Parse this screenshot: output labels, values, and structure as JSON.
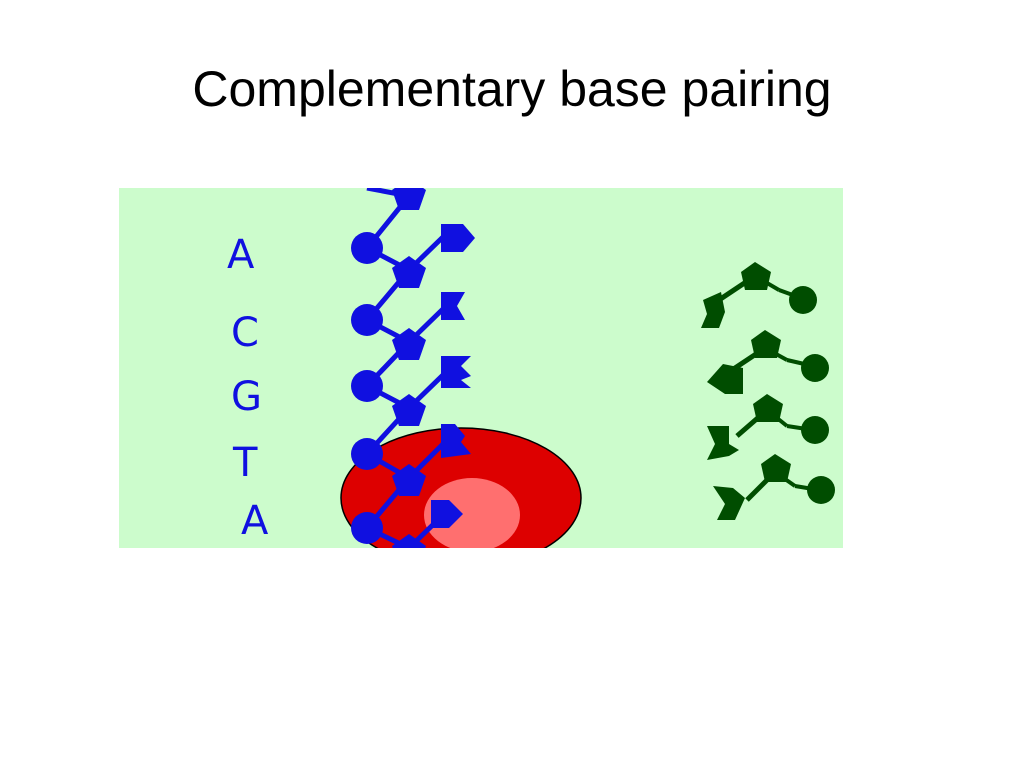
{
  "slide": {
    "title": "Complementary base pairing"
  },
  "figure": {
    "strand_letters": [
      "A",
      "C",
      "G",
      "T",
      "A"
    ],
    "colors": {
      "background": "#ccfccc",
      "template_strand": "#1010e0",
      "free_nucleotides": "#004d00",
      "enzyme_outer": "#dd0000",
      "enzyme_inner": "#ff6f6f"
    }
  }
}
